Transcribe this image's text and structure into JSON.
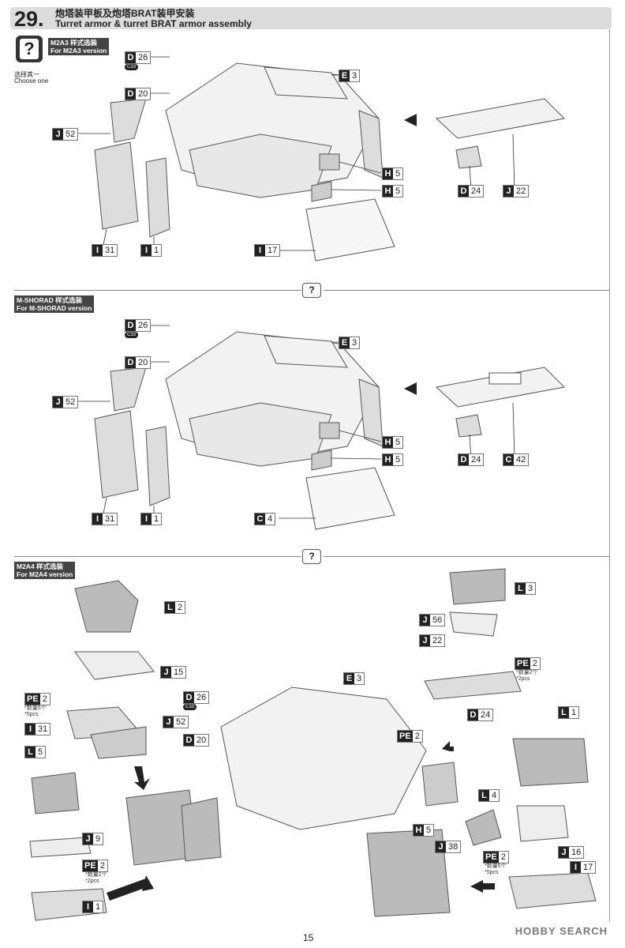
{
  "header": {
    "step": "29.",
    "title_cn": "炮塔装甲板及炮塔BRAT装甲安装",
    "title_en": "Turret armor & turret BRAT armor assembly"
  },
  "choose": {
    "cn": "选择其一",
    "en": "Choose one"
  },
  "sections": [
    {
      "tag_cn": "M2A3 样式选装",
      "tag_en": "For M2A3 version"
    },
    {
      "tag_cn": "M-SHORAD 样式选装",
      "tag_en": "For M-SHORAD version"
    },
    {
      "tag_cn": "M2A4 样式选装",
      "tag_en": "For M2A4 version"
    }
  ],
  "question_mark": "?",
  "cement_code": "C33",
  "parts_s1": [
    {
      "l": "D",
      "n": "26"
    },
    {
      "l": "D",
      "n": "20"
    },
    {
      "l": "E",
      "n": "3"
    },
    {
      "l": "J",
      "n": "52"
    },
    {
      "l": "H",
      "n": "5"
    },
    {
      "l": "H",
      "n": "5"
    },
    {
      "l": "D",
      "n": "24"
    },
    {
      "l": "J",
      "n": "22"
    },
    {
      "l": "I",
      "n": "31"
    },
    {
      "l": "I",
      "n": "1"
    },
    {
      "l": "I",
      "n": "17"
    }
  ],
  "parts_s2": [
    {
      "l": "D",
      "n": "26"
    },
    {
      "l": "D",
      "n": "20"
    },
    {
      "l": "E",
      "n": "3"
    },
    {
      "l": "J",
      "n": "52"
    },
    {
      "l": "H",
      "n": "5"
    },
    {
      "l": "H",
      "n": "5"
    },
    {
      "l": "D",
      "n": "24"
    },
    {
      "l": "C",
      "n": "42"
    },
    {
      "l": "I",
      "n": "31"
    },
    {
      "l": "I",
      "n": "1"
    },
    {
      "l": "C",
      "n": "4"
    }
  ],
  "parts_s3": [
    {
      "l": "L",
      "n": "2"
    },
    {
      "l": "J",
      "n": "15"
    },
    {
      "l": "PE",
      "n": "2"
    },
    {
      "l": "I",
      "n": "31"
    },
    {
      "l": "L",
      "n": "5"
    },
    {
      "l": "J",
      "n": "9"
    },
    {
      "l": "PE",
      "n": "2"
    },
    {
      "l": "I",
      "n": "1"
    },
    {
      "l": "E",
      "n": "3"
    },
    {
      "l": "D",
      "n": "26"
    },
    {
      "l": "J",
      "n": "52"
    },
    {
      "l": "D",
      "n": "20"
    },
    {
      "l": "PE",
      "n": "2"
    },
    {
      "l": "H",
      "n": "5"
    },
    {
      "l": "J",
      "n": "38"
    },
    {
      "l": "L",
      "n": "3"
    },
    {
      "l": "J",
      "n": "56"
    },
    {
      "l": "J",
      "n": "22"
    },
    {
      "l": "PE",
      "n": "2"
    },
    {
      "l": "D",
      "n": "24"
    },
    {
      "l": "L",
      "n": "1"
    },
    {
      "l": "L",
      "n": "4"
    },
    {
      "l": "J",
      "n": "16"
    },
    {
      "l": "PE",
      "n": "2"
    },
    {
      "l": "I",
      "n": "17"
    }
  ],
  "qty_notes": {
    "q5_cn": "*数量5个",
    "q5_en": "*5pcs",
    "q2_cn": "*数量2个",
    "q2_en": "*2pcs"
  },
  "page_number": "15",
  "watermark": "HOBBY SEARCH"
}
